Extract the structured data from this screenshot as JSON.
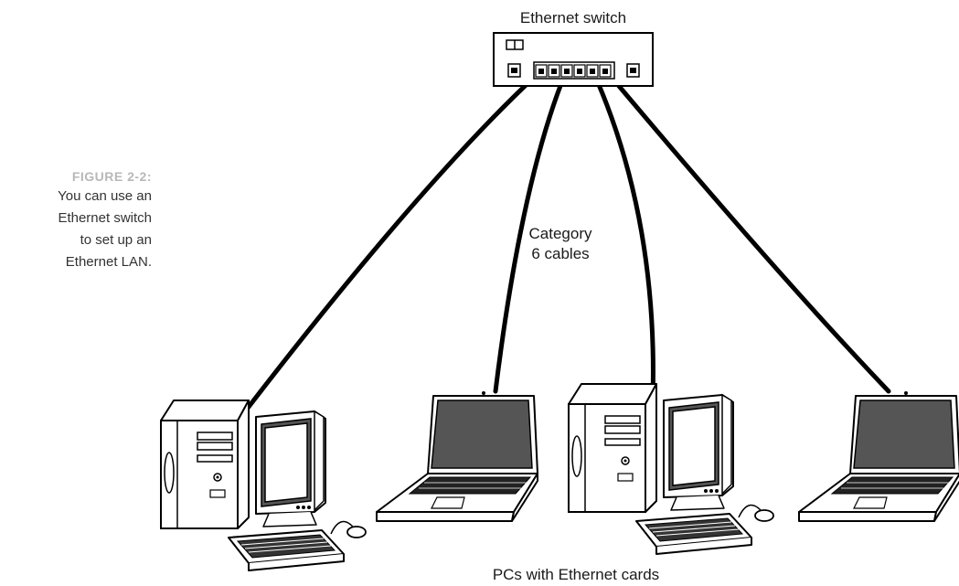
{
  "figure": {
    "label": "FIGURE 2-2:",
    "caption": "You can use an Ethernet switch to set up an Ethernet LAN."
  },
  "labels": {
    "switch": "Ethernet switch",
    "cables": "Category 6 cables",
    "pcs": "PCs with Ethernet cards"
  },
  "icons": [
    "ethernet-switch-icon",
    "desktop-pc-icon",
    "laptop-icon",
    "cable-icon"
  ],
  "colors": {
    "line": "#000000",
    "screen": "#555555",
    "caption_label": "#b8b8b8",
    "caption_text": "#333333"
  }
}
